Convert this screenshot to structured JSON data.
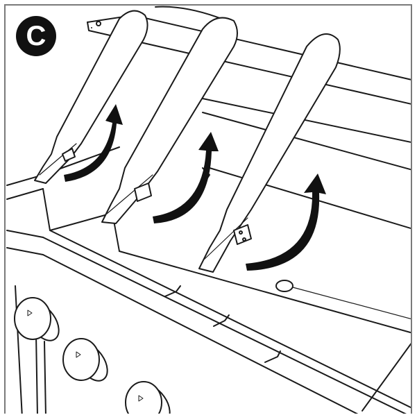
{
  "figure": {
    "step_label": "C",
    "description": "Line-art illustration: three grill burner tubes being lifted and rotated out of the firebox, with curved arrows indicating rotation direction; control knobs on the front panel.",
    "burner_count": 3,
    "knob_count": 3,
    "arrow_count": 3,
    "colors": {
      "line": "#1a1a1a",
      "arrow": "#111111",
      "badge": "#111111",
      "badge_text": "#ffffff",
      "frame": "#7a7a7a"
    }
  }
}
